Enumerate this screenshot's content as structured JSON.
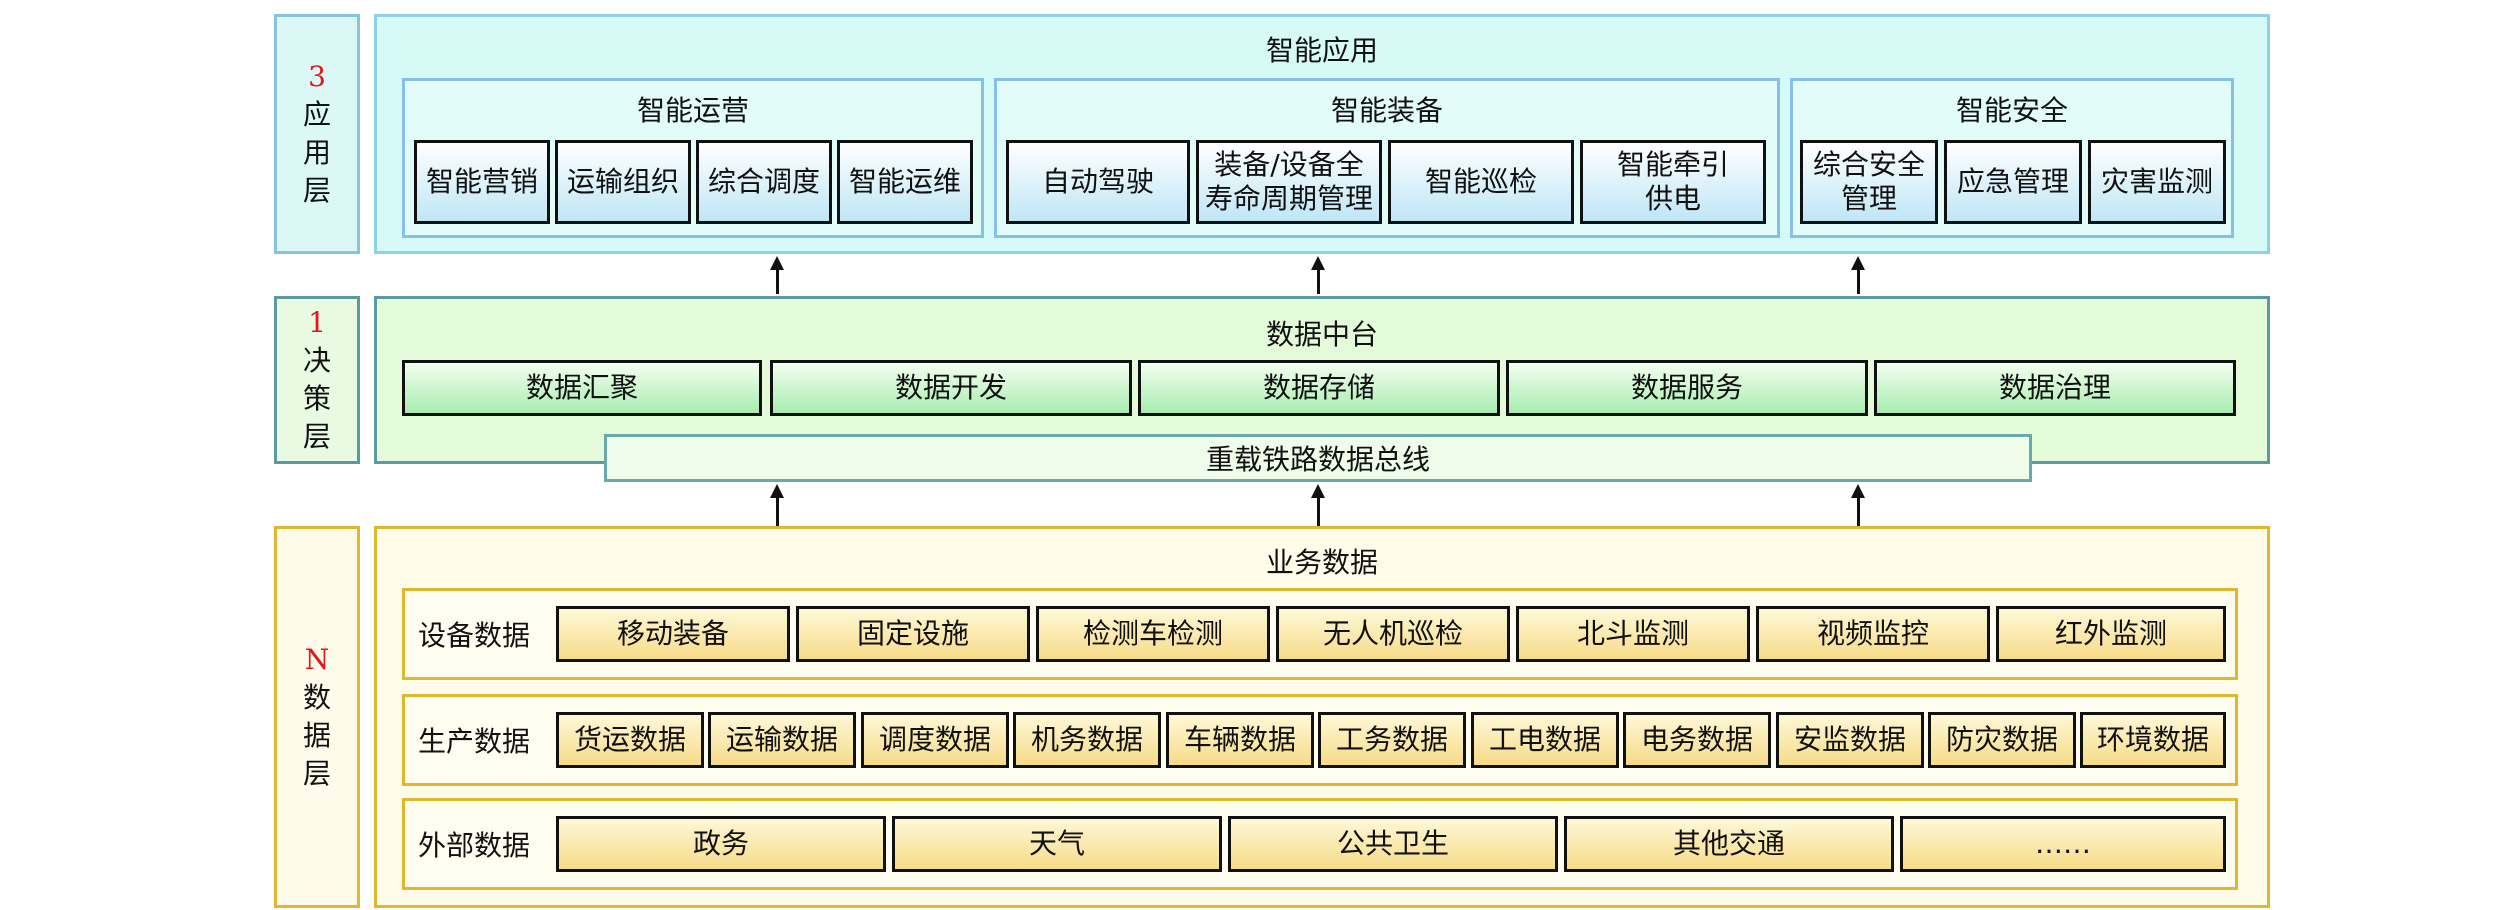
{
  "layers": {
    "app": {
      "num": "3",
      "chars": [
        "应",
        "用",
        "层"
      ]
    },
    "decision": {
      "num": "1",
      "chars": [
        "决",
        "策",
        "层"
      ]
    },
    "data": {
      "num": "N",
      "chars": [
        "数",
        "据",
        "层"
      ]
    }
  },
  "app_panel": {
    "title": "智能应用",
    "groups": [
      {
        "title": "智能运营",
        "items": [
          "智能营销",
          "运输组织",
          "综合调度",
          "智能运维"
        ]
      },
      {
        "title": "智能装备",
        "items": [
          "自动驾驶",
          "装备/设备全\n寿命周期管理",
          "智能巡检",
          "智能牵引\n供电"
        ]
      },
      {
        "title": "智能安全",
        "items": [
          "综合安全\n管理",
          "应急管理",
          "灾害监测"
        ]
      }
    ]
  },
  "decision_panel": {
    "title": "数据中台",
    "items": [
      "数据汇聚",
      "数据开发",
      "数据存储",
      "数据服务",
      "数据治理"
    ],
    "bus": "重载铁路数据总线"
  },
  "data_panel": {
    "title": "业务数据",
    "rows": [
      {
        "label": "设备数据",
        "items": [
          "移动装备",
          "固定设施",
          "检测车检测",
          "无人机巡检",
          "北斗监测",
          "视频监控",
          "红外监测"
        ]
      },
      {
        "label": "生产数据",
        "items": [
          "货运数据",
          "运输数据",
          "调度数据",
          "机务数据",
          "车辆数据",
          "工务数据",
          "工电数据",
          "电务数据",
          "安监数据",
          "防灾数据",
          "环境数据"
        ]
      },
      {
        "label": "外部数据",
        "items": [
          "政务",
          "天气",
          "公共卫生",
          "其他交通",
          "……"
        ]
      }
    ]
  },
  "colors": {
    "accent_number": "#e8141c",
    "app_fill": "#d6fbf6",
    "decision_fill": "#e4fbd9",
    "data_fill": "#fffcea"
  }
}
